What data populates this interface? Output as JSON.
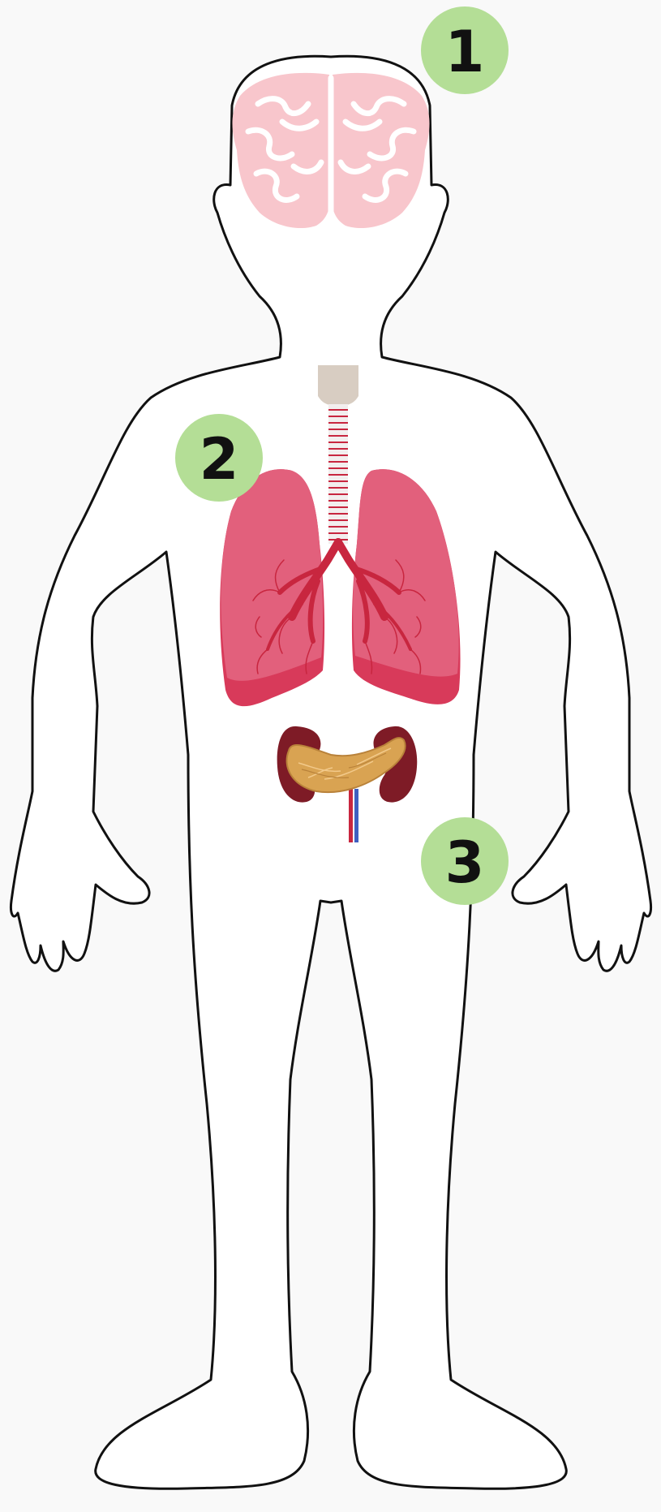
{
  "colors": {
    "background": "#f9f9f9",
    "outline": "#111111",
    "badge": "#b4de96",
    "badge_text": "#111111",
    "brain": "#f8c6cc",
    "brain_folds": "#ffffff",
    "lungs": "#e2607c",
    "lungs_shadow": "#d83a5a",
    "bronchi": "#c8263f",
    "trachea": "#f2eeee",
    "trachea_rings": "#c8263f",
    "larynx": "#d8cdc2",
    "kidney": "#7e1b26",
    "pancreas": "#d9a352",
    "pancreas_light": "#f2c98a",
    "artery": "#c8263f",
    "vein": "#3f5fc0"
  },
  "badges": [
    {
      "label": "1",
      "organ": "brain-icon"
    },
    {
      "label": "2",
      "organ": "lungs-icon"
    },
    {
      "label": "3",
      "organ": "pancreas-kidneys-icon"
    }
  ]
}
